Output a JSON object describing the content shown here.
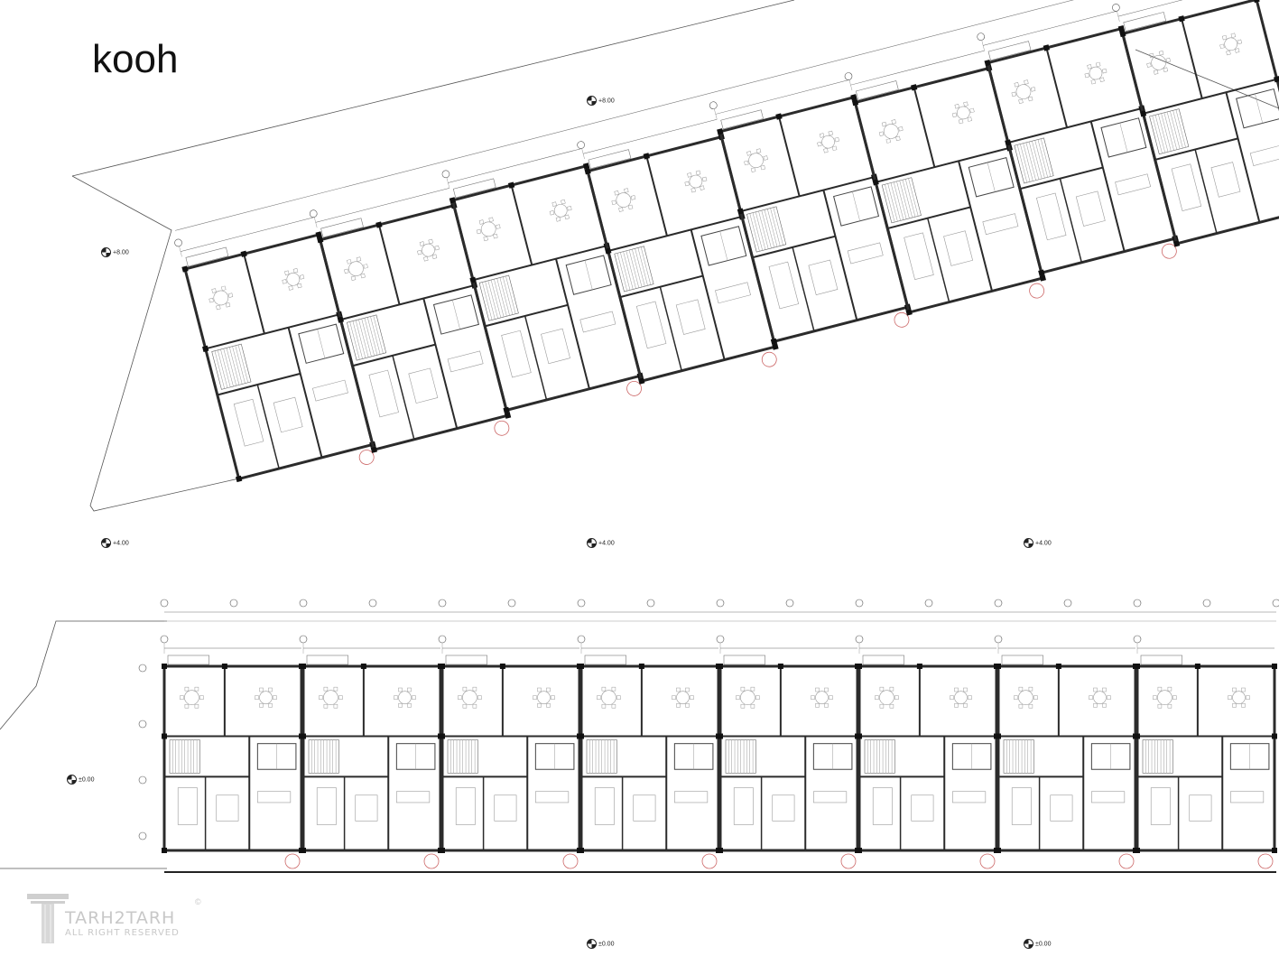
{
  "sheet": {
    "title": "kooh"
  },
  "levels": {
    "upper_top": "+8.00",
    "upper_left": "+8.00",
    "mid_left": "+4.00",
    "mid_center": "+4.00",
    "mid_right": "+4.00",
    "lower_left": "±0.00",
    "bottom_center": "±0.00",
    "bottom_right": "±0.00"
  },
  "watermark": {
    "brand": "TARH2TARH",
    "rights": "ALL RIGHT RESERVED",
    "copyright": "©"
  },
  "plan": {
    "upper_units": 8,
    "lower_units": 8,
    "line_color": "#1a1a1a",
    "wall_color": "#2b2b2b",
    "light_color": "#9a9a9a"
  }
}
